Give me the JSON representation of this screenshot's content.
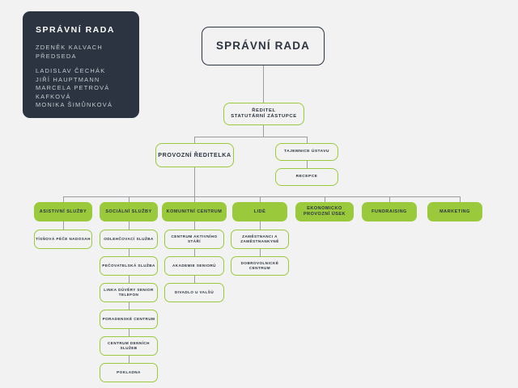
{
  "board_card": {
    "title": "SPRÁVNÍ RADA",
    "chair_name": "ZDENĚK KALVACH",
    "chair_role": "PŘEDSEDA",
    "members": [
      "LADISLAV ČECHÁK",
      "JIŘÍ HAUPTMANN",
      "MARCELA PETROVÁ",
      "KAFKOVÁ",
      "MONIKA ŠIMŮNKOVÁ"
    ]
  },
  "nodes": {
    "root": "SPRÁVNÍ RADA",
    "director_line1": "ŘEDITEL",
    "director_line2": "STATUTÁRNÍ ZÁSTUPCE",
    "operations_director": "PROVOZNÍ ŘEDITELKA",
    "secretary": "TAJEMNICE ÚSTAVU",
    "reception": "RECEPCE"
  },
  "departments": [
    {
      "label": "ASISTIVNÍ SLUŽBY",
      "children": [
        "TÍSŇOVÁ PÉČE NADOSAH"
      ]
    },
    {
      "label": "SOCIÁLNÍ SLUŽBY",
      "children": [
        "ODLEHČOVACÍ SLUŽBA",
        "PEČOVATELSKÁ SLUŽBA",
        "LINKA DŮVĚRY SENIOR TELEFON",
        "PORADENSKÉ CENTRUM",
        "CENTRUM DENNÍCH SLUŽEB",
        "POKLADNA"
      ]
    },
    {
      "label": "KOMUNITNÍ CENTRUM",
      "children": [
        "CENTRUM AKTIVNÍHO STÁŘÍ",
        "AKADEMIE SENIORŮ",
        "DIVADLO U VALŠŮ"
      ]
    },
    {
      "label": "LIDÉ",
      "children": [
        "ZAMĚSTNANCI A ZAMĚSTNANKYNĚ",
        "DOBROVOLNICKÉ CENTRUM"
      ]
    },
    {
      "label": "EKONOMICKO PROVOZNÍ ÚSEK",
      "children": []
    },
    {
      "label": "FUNDRAISING",
      "children": []
    },
    {
      "label": "MARKETING",
      "children": []
    }
  ],
  "colors": {
    "background": "#f2f2f2",
    "accent_green": "#9aca3c",
    "dark_navy": "#2b3440",
    "line_gray": "#9a9ea3"
  }
}
